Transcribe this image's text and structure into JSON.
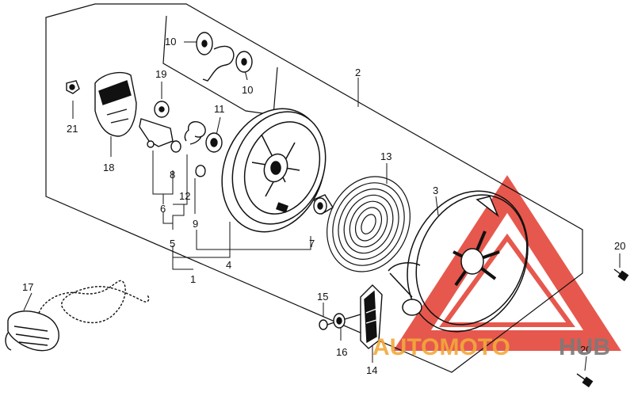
{
  "labels": {
    "l1": "1",
    "l2": "2",
    "l3": "3",
    "l4": "4",
    "l5": "5",
    "l6": "6",
    "l7": "7",
    "l8": "8",
    "l9": "9",
    "l10a": "10",
    "l10b": "10",
    "l11": "11",
    "l12": "12",
    "l13": "13",
    "l14": "14",
    "l15": "15",
    "l16": "16",
    "l17": "17",
    "l18": "18",
    "l19": "19",
    "l20a": "20",
    "l20b": "20",
    "l21": "21"
  },
  "watermark": {
    "part1": "AUTOMOTO",
    "part2": "HUB",
    "color1": "#f2a93b",
    "color2": "#7a7a7a",
    "logo_color": "#e23b2e"
  },
  "colors": {
    "line": "#111111"
  }
}
